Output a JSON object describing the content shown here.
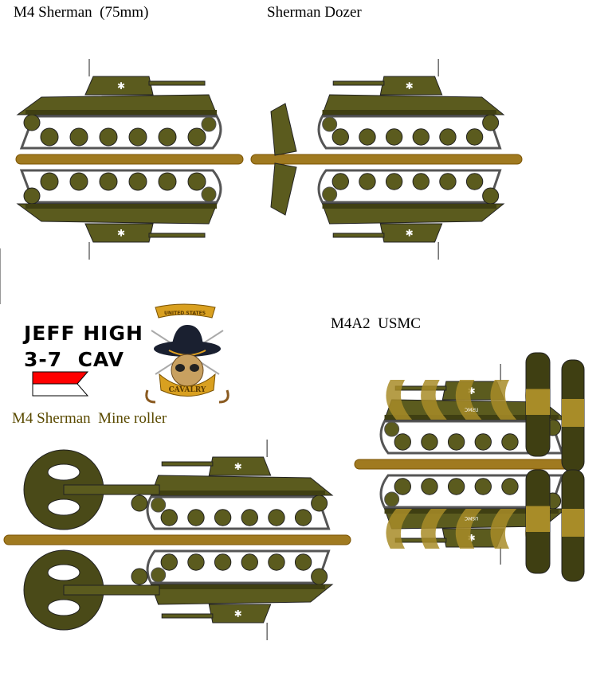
{
  "titles": {
    "sherman_75": "M4 Sherman  (75mm)",
    "sherman_dozer": "Sherman Dozer",
    "m4a2_usmc": "M4A2  USMC",
    "mine_roller": "M4 Sherman  Mine roller"
  },
  "unit_badge": {
    "line1": "JEFF HIGH",
    "line2": "3-7  CAV",
    "emblem_banner_top": "UNITED STATES",
    "emblem_banner_bottom": "CAVALRY",
    "guidon_colors": [
      "#ff0000",
      "#ffffff"
    ]
  },
  "usmc_marking": "USMC",
  "colors": {
    "olive_drab": "#5b5b1e",
    "olive_dark": "#3f3f12",
    "camo_tan": "#a88c28",
    "track_gray": "#555555",
    "fold_bar": "#a07a20",
    "mine_roller_title": "#5a4a00"
  }
}
